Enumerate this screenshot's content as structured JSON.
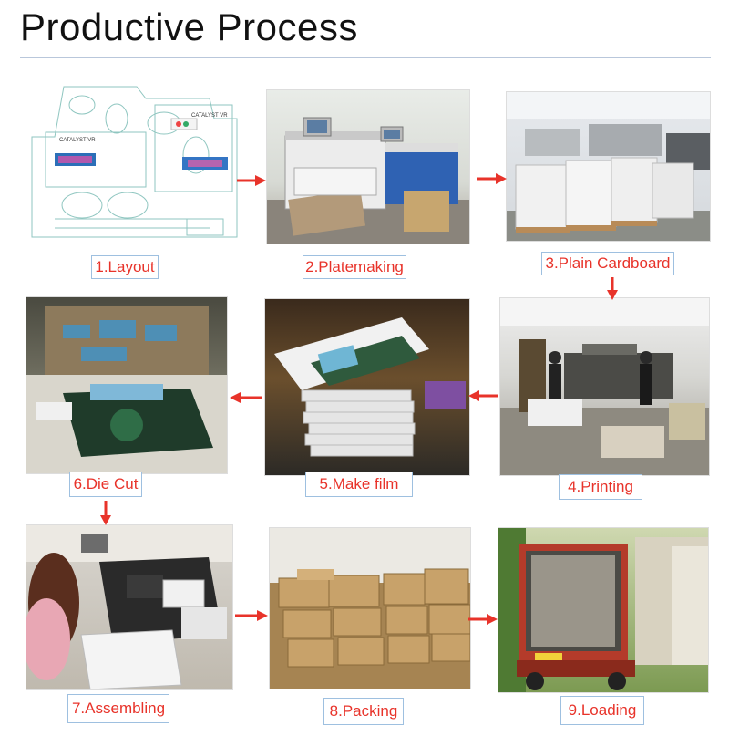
{
  "page": {
    "title": "Productive Process"
  },
  "steps": [
    {
      "label": "1.Layout",
      "photo": "die-line-template"
    },
    {
      "label": "2.Platemaking",
      "photo": "platemaking-machine"
    },
    {
      "label": "3.Plain Cardboard",
      "photo": "cardboard-stacks"
    },
    {
      "label": "4.Printing",
      "photo": "printing-workshop"
    },
    {
      "label": "5.Make film",
      "photo": "laminated-sheets"
    },
    {
      "label": "6.Die Cut",
      "photo": "die-cut-press"
    },
    {
      "label": "7.Assembling",
      "photo": "worker-assembling"
    },
    {
      "label": "8.Packing",
      "photo": "carton-boxes"
    },
    {
      "label": "9.Loading",
      "photo": "container-truck"
    }
  ],
  "colors": {
    "label_text": "#e8332a",
    "label_border": "#9ec0e0",
    "arrow": "#e8332a",
    "title_rule": "#b9c7db"
  },
  "sample": {
    "brand_text": "CATALYST VR",
    "box_text": "CATALYST VR"
  }
}
